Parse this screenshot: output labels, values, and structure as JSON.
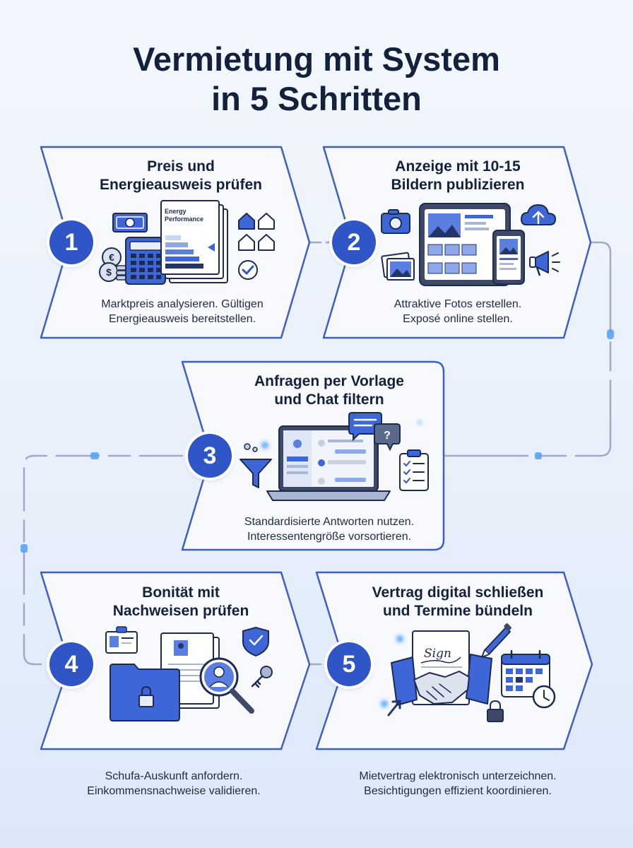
{
  "title": {
    "line1": "Vermietung mit System",
    "line2": "in 5 Schritten"
  },
  "colors": {
    "accent": "#2f55c6",
    "outline": "#3e5ec8",
    "text": "#14213d",
    "card": "#f7f9fd"
  },
  "steps": [
    {
      "number": "1",
      "title_line1": "Preis und",
      "title_line2": "Energieausweis prüfen",
      "desc_line1": "Marktpreis analysieren. Gültigen",
      "desc_line2": "Energieausweis bereitstellen.",
      "doc_label_line1": "Energy",
      "doc_label_line2": "Performance",
      "icons": [
        "banknote-icon",
        "calculator-icon",
        "coins-icon",
        "energy-certificate-icon",
        "houses-icon",
        "checkmark-icon"
      ]
    },
    {
      "number": "2",
      "title_line1": "Anzeige mit 10-15",
      "title_line2": "Bildern publizieren",
      "desc_line1": "Attraktive Fotos erstellen.",
      "desc_line2": "Exposé online stellen.",
      "icons": [
        "camera-icon",
        "tablet-icon",
        "smartphone-icon",
        "cloud-upload-icon",
        "photos-icon",
        "megaphone-icon"
      ]
    },
    {
      "number": "3",
      "title_line1": "Anfragen per Vorlage",
      "title_line2": "und Chat filtern",
      "desc_line1": "Standardisierte Antworten nutzen.",
      "desc_line2": "Interessentengröße vorsortieren.",
      "icons": [
        "funnel-icon",
        "laptop-icon",
        "chat-bubble-icon",
        "question-bubble-icon",
        "clipboard-checklist-icon"
      ]
    },
    {
      "number": "4",
      "title_line1": "Bonität mit",
      "title_line2": "Nachweisen prüfen",
      "desc_line1": "Schufa-Auskunft anfordern.",
      "desc_line2": "Einkommensnachweise validieren.",
      "icons": [
        "id-badge-icon",
        "locked-folder-icon",
        "documents-icon",
        "magnifier-person-icon",
        "shield-check-icon",
        "key-icon"
      ]
    },
    {
      "number": "5",
      "title_line1": "Vertrag digital schließen",
      "title_line2": "und Termine bündeln",
      "desc_line1": "Mietvertrag elektronisch unterzeichnen.",
      "desc_line2": "Besichtigungen effizient koordinieren.",
      "sign_text": "Sign",
      "icons": [
        "signed-contract-icon",
        "handshake-icon",
        "pen-icon",
        "calendar-clock-icon",
        "padlock-icon",
        "cursor-icon"
      ]
    }
  ]
}
